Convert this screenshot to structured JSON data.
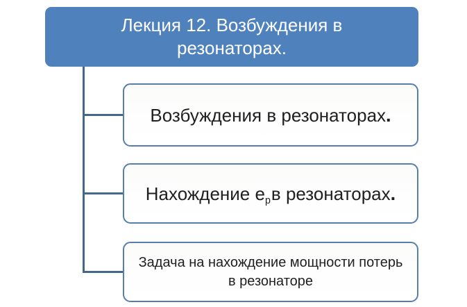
{
  "colors": {
    "header_fill": "#4f81bd",
    "header_text": "#ffffff",
    "box_border": "#567fae",
    "box_fill": "#fdfdfd",
    "connector": "#44678e",
    "box_text": "#1f1f1f"
  },
  "header": {
    "text": "Лекция 12. Возбуждения в резонаторах."
  },
  "boxes": [
    {
      "main": "Возбуждения в резонаторах",
      "period": "."
    },
    {
      "pre": "Нахождение e",
      "sub": "р",
      "post": "в резонаторах",
      "period": "."
    },
    {
      "text": "Задача на нахождение мощности потерь в резонаторе"
    }
  ]
}
